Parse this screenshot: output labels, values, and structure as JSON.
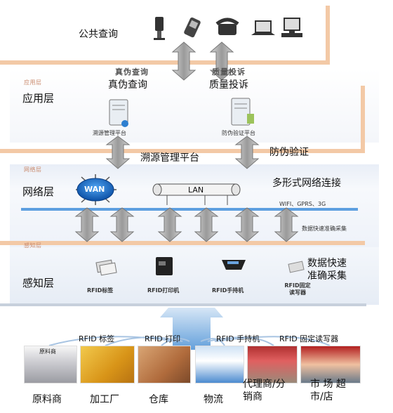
{
  "top": {
    "public_query": "公共查询"
  },
  "app_layer": {
    "tag": "应用层",
    "name": "应用层",
    "arrow_left_header": "真伪查询",
    "arrow_right_header": "质量投诉",
    "arrow_left_label": "真伪查询",
    "arrow_right_label": "质量投诉",
    "server_left": "溯源管理平台",
    "server_right": "防伪验证平台",
    "platform_caption": "溯源管理平台",
    "anti_fake_caption": "防伪验证"
  },
  "net_layer": {
    "tag": "网络层",
    "name": "网络层",
    "wan": "WAN",
    "lan": "LAN",
    "multi_network": "多形式网络连接",
    "protocols": "WIFI、GPRS、3G",
    "fast_collect": "数据快速准确采集"
  },
  "sense_layer": {
    "tag": "感知层",
    "name": "感知层",
    "devices": [
      "RFID标签",
      "RFID打印机",
      "RFID手持机",
      "RFID固定读写器"
    ],
    "fast_collect_caption": "数据快速\n准确采集"
  },
  "bottom": {
    "rfid_labels": [
      "RFID 标签",
      "RFID 打印",
      "RFID 手持机",
      "RFID 固定读写器"
    ],
    "photo_captions": [
      "原料商",
      "",
      "",
      "",
      "",
      ""
    ],
    "stages": [
      "原料商",
      "加工厂",
      "仓库",
      "物流",
      "代理商/分销商",
      "市场超市/店"
    ],
    "stage_display": [
      "原料商",
      "加工厂",
      "仓库",
      "物流",
      "代理商/分\n销商",
      "市 场 超\n市/店"
    ]
  },
  "colors": {
    "rule": "#f3c9a6",
    "arrow_fill": "#a9a9a9",
    "blue_arrow": "#3a8fd6",
    "wan_fill": "#1a6fcf"
  },
  "icons": [
    "public-kiosk-icon",
    "mobile-phone-icon",
    "telephone-icon",
    "laptop-icon",
    "desktop-computer-icon",
    "server-icon",
    "globe-icon",
    "network-cable-icon",
    "rfid-tag-icon",
    "printer-icon",
    "handheld-reader-icon",
    "fixed-reader-icon"
  ]
}
